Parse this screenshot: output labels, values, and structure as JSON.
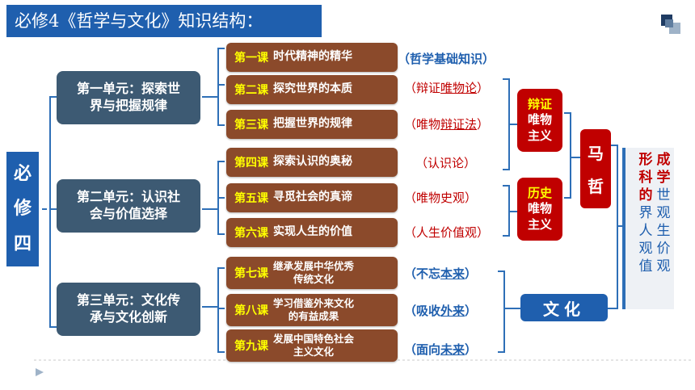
{
  "title": "必修4《哲学与文化》知识结构：",
  "root": [
    "必",
    "修",
    "四"
  ],
  "units": [
    {
      "line1": "第一单元：探索世",
      "line2": "界与把握规律"
    },
    {
      "line1": "第二单元：认识社",
      "line2": "会与价值选择"
    },
    {
      "line1": "第三单元：文化传",
      "line2": "承与文化创新"
    }
  ],
  "lessons": [
    {
      "num": "第一课",
      "name": "时代精神的精华"
    },
    {
      "num": "第二课",
      "name": "探究世界的本质"
    },
    {
      "num": "第三课",
      "name": "把握世界的规律"
    },
    {
      "num": "第四课",
      "name": "探索认识的奥秘"
    },
    {
      "num": "第五课",
      "name": "寻觅社会的真谛"
    },
    {
      "num": "第六课",
      "name": "实现人生的价值"
    },
    {
      "num": "第七课",
      "name1": "继承发展中华优秀",
      "name2": "传统文化"
    },
    {
      "num": "第八课",
      "name1": "学习借鉴外来文化",
      "name2": "的有益成果"
    },
    {
      "num": "第九课",
      "name1": "发展中国特色社会",
      "name2": "主义文化"
    }
  ],
  "notes": {
    "n1": "（哲学基础知识）",
    "n2_pre": "（辩证",
    "n2_u": "唯物论",
    "n2_post": "）",
    "n3_pre": "（唯物",
    "n3_u": "辩证法",
    "n3_post": "）",
    "n4": "（认识论）",
    "n5": "（唯物史观）",
    "n6": "（人生价值观）",
    "n7_pre": "（不忘",
    "n7_u": "本来",
    "n7_post": "）",
    "n8_pre": "（吸收",
    "n8_u": "外来",
    "n8_post": "）",
    "n9_pre": "（面向",
    "n9_u": "未来",
    "n9_post": "）"
  },
  "dialectical": {
    "line1": "辩证",
    "line2": "唯物",
    "line3": "主义"
  },
  "historical": {
    "line1": "历史",
    "line2": "唯物",
    "line3": "主义"
  },
  "marx": [
    "马",
    "哲"
  ],
  "culture": "文化",
  "result": {
    "col1": [
      "形",
      "成",
      "科",
      "学",
      "的"
    ],
    "col2": [
      "世",
      "界",
      "观",
      "人",
      "生",
      "观",
      "价",
      "值",
      "观"
    ]
  },
  "colors": {
    "blue": "#1f5fae",
    "unit": "#3d5a73",
    "lesson": "#8b4a2b",
    "red": "#c00000",
    "yellow": "#ffff00"
  }
}
